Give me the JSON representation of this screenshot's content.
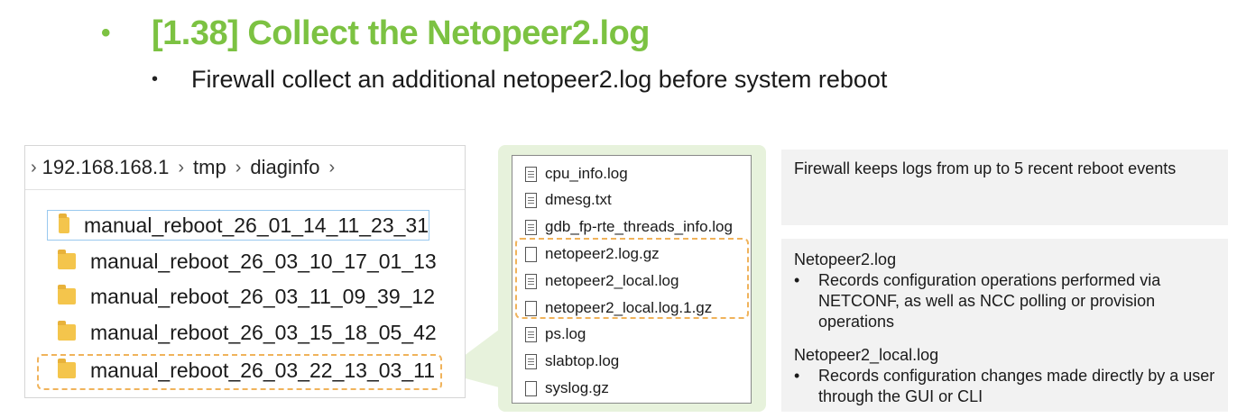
{
  "title": {
    "bullet": "•",
    "text": "[1.38] Collect the Netopeer2.log"
  },
  "subtitle": {
    "bullet": "•",
    "text": "Firewall collect an additional netopeer2.log before system reboot"
  },
  "explorer": {
    "breadcrumb": [
      "192.168.168.1",
      "tmp",
      "diaginfo"
    ],
    "folders": [
      "manual_reboot_26_01_14_11_23_31",
      "manual_reboot_26_03_10_17_01_13",
      "manual_reboot_26_03_11_09_39_12",
      "manual_reboot_26_03_15_18_05_42",
      "manual_reboot_26_03_22_13_03_11"
    ]
  },
  "files": [
    "cpu_info.log",
    "dmesg.txt",
    "gdb_fp-rte_threads_info.log",
    "netopeer2.log.gz",
    "netopeer2_local.log",
    "netopeer2_local.log.1.gz",
    "ps.log",
    "slabtop.log",
    "syslog.gz"
  ],
  "notes": {
    "keeps": "Firewall keeps logs from up to 5 recent reboot events",
    "netopeer2": {
      "title": "Netopeer2.log",
      "bullet": "•",
      "line": "Records configuration operations performed via NETCONF, as well as NCC polling or provision operations"
    },
    "netopeer2_local": {
      "title": "Netopeer2_local.log",
      "bullet": "•",
      "line": "Records configuration changes made directly by a user through the GUI or CLI"
    }
  },
  "colors": {
    "accent_green": "#7cc242",
    "panel_green": "#e7f2dc",
    "highlight_orange": "#f0b35b",
    "note_gray": "#f2f2f2"
  }
}
